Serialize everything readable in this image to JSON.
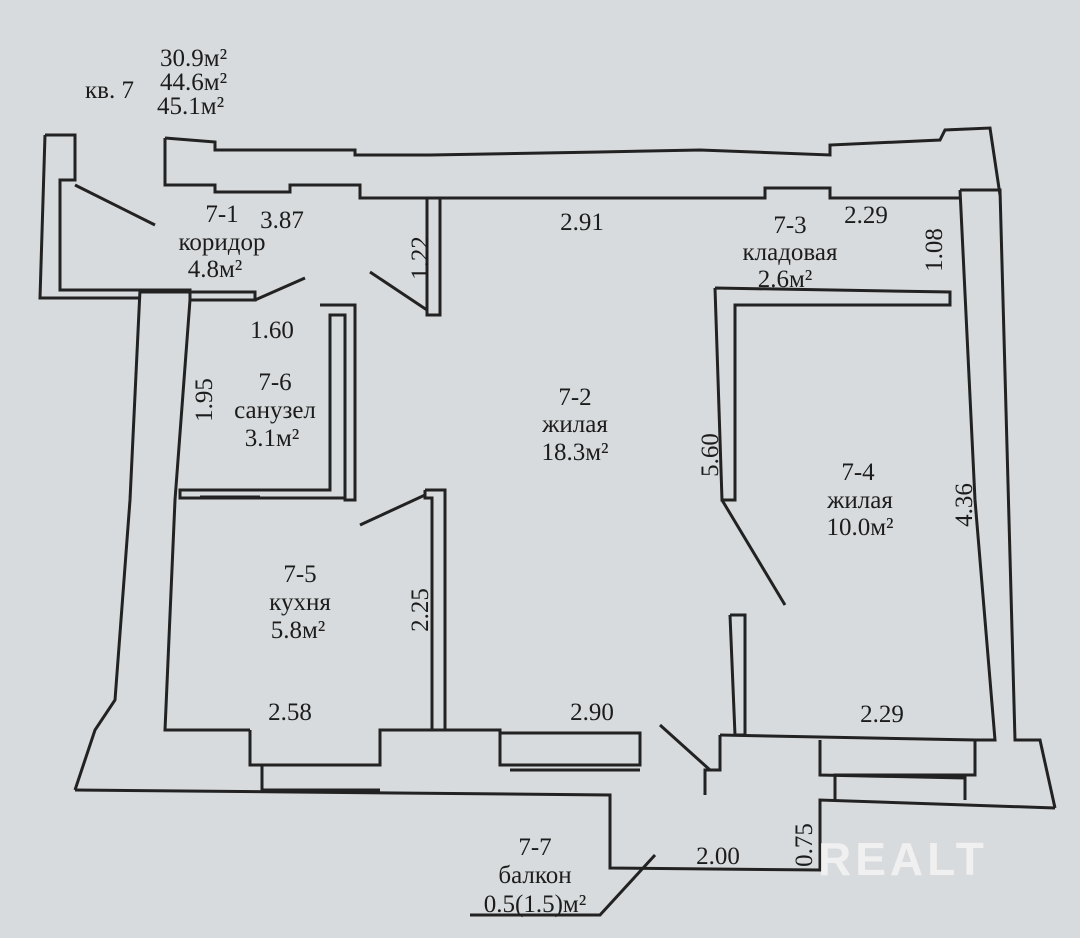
{
  "header": {
    "apartment": "кв. 7",
    "areas": [
      "30.9м²",
      "44.6м²",
      "45.1м²"
    ]
  },
  "rooms": [
    {
      "id": "7-1",
      "name": "коридор",
      "area": "4.8м²"
    },
    {
      "id": "7-2",
      "name": "жилая",
      "area": "18.3м²"
    },
    {
      "id": "7-3",
      "name": "кладовая",
      "area": "2.6м²"
    },
    {
      "id": "7-4",
      "name": "жилая",
      "area": "10.0м²"
    },
    {
      "id": "7-5",
      "name": "кухня",
      "area": "5.8м²"
    },
    {
      "id": "7-6",
      "name": "санузел",
      "area": "3.1м²"
    },
    {
      "id": "7-7",
      "name": "балкон",
      "area": "0.5(1.5)м²"
    }
  ],
  "dimensions": {
    "d387": "3.87",
    "d291": "2.91",
    "d229a": "2.29",
    "d108": "1.08",
    "d122": "1.22",
    "d160": "1.60",
    "d195": "1.95",
    "d560": "5.60",
    "d436": "4.36",
    "d225": "2.25",
    "d258": "2.58",
    "d290": "2.90",
    "d229b": "2.29",
    "d200": "2.00",
    "d075": "0.75"
  },
  "watermark": "REALT"
}
